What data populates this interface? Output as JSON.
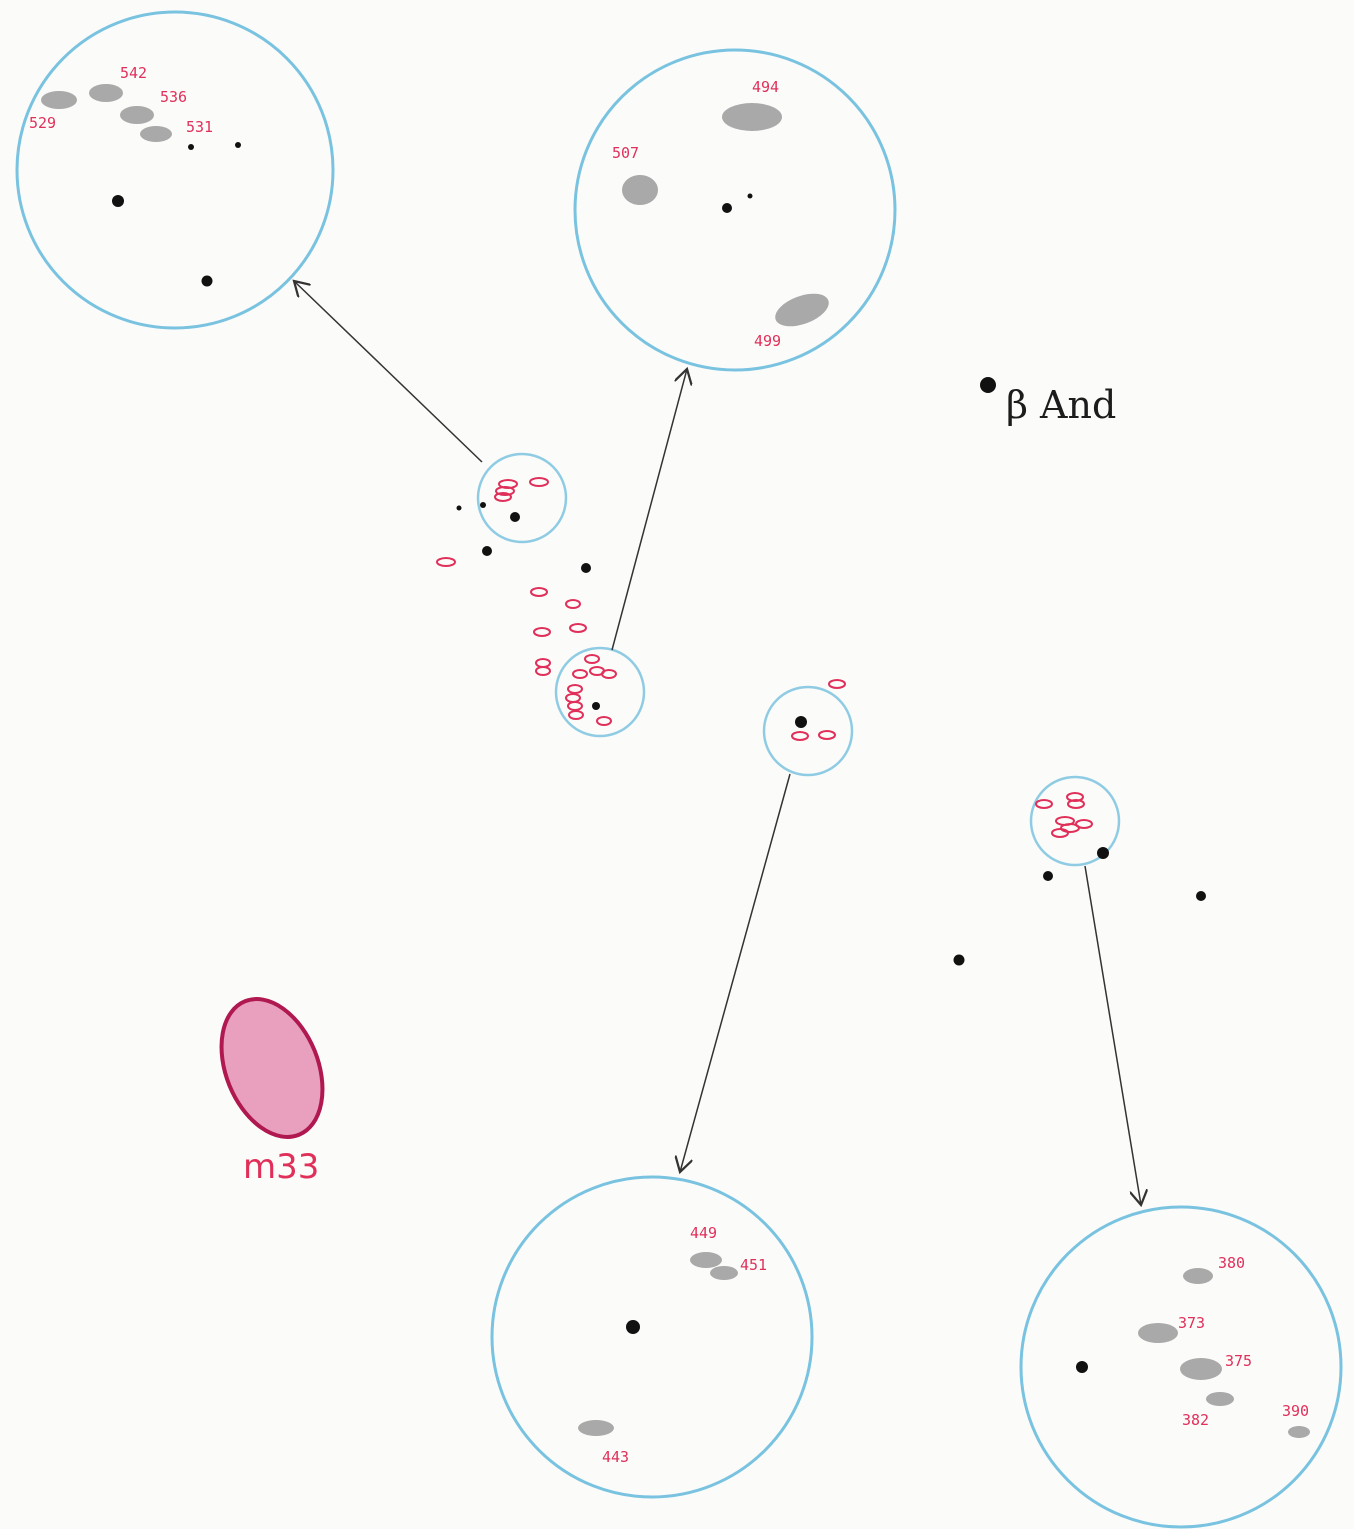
{
  "labels": {
    "star_beta_and": "β And",
    "m33": "m33",
    "field_top_left": {
      "g529": "529",
      "g542": "542",
      "g536": "536",
      "g531": "531"
    },
    "field_top_mid": {
      "g494": "494",
      "g507": "507",
      "g499": "499"
    },
    "field_bottom_mid": {
      "g449": "449",
      "g451": "451",
      "g443": "443"
    },
    "field_bottom_right": {
      "g380": "380",
      "g373": "373",
      "g375": "375",
      "g382": "382",
      "g390": "390"
    }
  },
  "colors": {
    "fov_circle": "#79c3e0",
    "galaxy_marker": "#e0305a",
    "star": "#111111",
    "galaxy_shading": "#9a9a9a",
    "m33_fill": "#e9a0bf",
    "m33_outline": "#b01850"
  }
}
